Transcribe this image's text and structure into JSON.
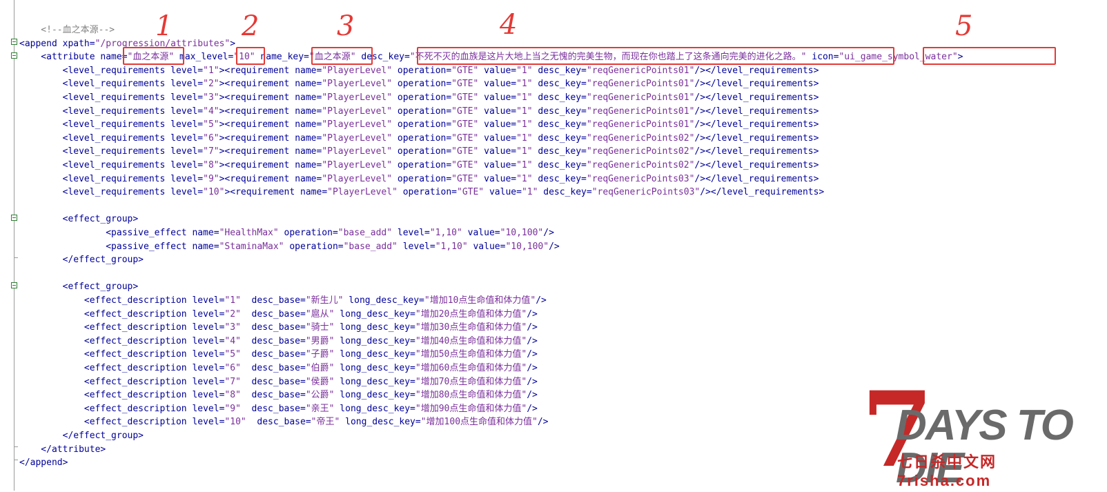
{
  "lines": [
    [
      [
        "c-cm",
        "    <!--血之本源-->"
      ]
    ],
    [
      [
        "c-tg",
        "<append "
      ],
      [
        "c-at",
        "xpath="
      ],
      [
        "c-vl",
        "\"/progression/attributes\""
      ],
      [
        "c-tg",
        ">"
      ]
    ],
    [
      [
        "c-tg",
        "    <attribute "
      ],
      [
        "c-at",
        "name="
      ],
      [
        "c-vl",
        "\"血之本源\""
      ],
      [
        "c-at",
        " max_level="
      ],
      [
        "c-vl",
        "\"10\""
      ],
      [
        "c-at",
        " name_key="
      ],
      [
        "c-vl",
        "\"血之本源\""
      ],
      [
        "c-at",
        " desc_key="
      ],
      [
        "c-vl",
        "\"不死不灭的血族是这片大地上当之无愧的完美生物，而现在你也踏上了这条通向完美的进化之路。\""
      ],
      [
        "c-at",
        " icon="
      ],
      [
        "c-vl",
        "\"ui_game_symbol_water\""
      ],
      [
        "c-tg",
        ">"
      ]
    ],
    [
      [
        "c-tg",
        "        <level_requirements "
      ],
      [
        "c-at",
        "level="
      ],
      [
        "c-vl",
        "\"1\""
      ],
      [
        "c-tg",
        "><requirement "
      ],
      [
        "c-at",
        "name="
      ],
      [
        "c-vl",
        "\"PlayerLevel\""
      ],
      [
        "c-at",
        " operation="
      ],
      [
        "c-vl",
        "\"GTE\""
      ],
      [
        "c-at",
        " value="
      ],
      [
        "c-vl",
        "\"1\""
      ],
      [
        "c-at",
        " desc_key="
      ],
      [
        "c-vl",
        "\"reqGenericPoints01\""
      ],
      [
        "c-tg",
        "/></level_requirements>"
      ]
    ],
    [
      [
        "c-tg",
        "        <level_requirements "
      ],
      [
        "c-at",
        "level="
      ],
      [
        "c-vl",
        "\"2\""
      ],
      [
        "c-tg",
        "><requirement "
      ],
      [
        "c-at",
        "name="
      ],
      [
        "c-vl",
        "\"PlayerLevel\""
      ],
      [
        "c-at",
        " operation="
      ],
      [
        "c-vl",
        "\"GTE\""
      ],
      [
        "c-at",
        " value="
      ],
      [
        "c-vl",
        "\"1\""
      ],
      [
        "c-at",
        " desc_key="
      ],
      [
        "c-vl",
        "\"reqGenericPoints01\""
      ],
      [
        "c-tg",
        "/></level_requirements>"
      ]
    ],
    [
      [
        "c-tg",
        "        <level_requirements "
      ],
      [
        "c-at",
        "level="
      ],
      [
        "c-vl",
        "\"3\""
      ],
      [
        "c-tg",
        "><requirement "
      ],
      [
        "c-at",
        "name="
      ],
      [
        "c-vl",
        "\"PlayerLevel\""
      ],
      [
        "c-at",
        " operation="
      ],
      [
        "c-vl",
        "\"GTE\""
      ],
      [
        "c-at",
        " value="
      ],
      [
        "c-vl",
        "\"1\""
      ],
      [
        "c-at",
        " desc_key="
      ],
      [
        "c-vl",
        "\"reqGenericPoints01\""
      ],
      [
        "c-tg",
        "/></level_requirements>"
      ]
    ],
    [
      [
        "c-tg",
        "        <level_requirements "
      ],
      [
        "c-at",
        "level="
      ],
      [
        "c-vl",
        "\"4\""
      ],
      [
        "c-tg",
        "><requirement "
      ],
      [
        "c-at",
        "name="
      ],
      [
        "c-vl",
        "\"PlayerLevel\""
      ],
      [
        "c-at",
        " operation="
      ],
      [
        "c-vl",
        "\"GTE\""
      ],
      [
        "c-at",
        " value="
      ],
      [
        "c-vl",
        "\"1\""
      ],
      [
        "c-at",
        " desc_key="
      ],
      [
        "c-vl",
        "\"reqGenericPoints01\""
      ],
      [
        "c-tg",
        "/></level_requirements>"
      ]
    ],
    [
      [
        "c-tg",
        "        <level_requirements "
      ],
      [
        "c-at",
        "level="
      ],
      [
        "c-vl",
        "\"5\""
      ],
      [
        "c-tg",
        "><requirement "
      ],
      [
        "c-at",
        "name="
      ],
      [
        "c-vl",
        "\"PlayerLevel\""
      ],
      [
        "c-at",
        " operation="
      ],
      [
        "c-vl",
        "\"GTE\""
      ],
      [
        "c-at",
        " value="
      ],
      [
        "c-vl",
        "\"1\""
      ],
      [
        "c-at",
        " desc_key="
      ],
      [
        "c-vl",
        "\"reqGenericPoints01\""
      ],
      [
        "c-tg",
        "/></level_requirements>"
      ]
    ],
    [
      [
        "c-tg",
        "        <level_requirements "
      ],
      [
        "c-at",
        "level="
      ],
      [
        "c-vl",
        "\"6\""
      ],
      [
        "c-tg",
        "><requirement "
      ],
      [
        "c-at",
        "name="
      ],
      [
        "c-vl",
        "\"PlayerLevel\""
      ],
      [
        "c-at",
        " operation="
      ],
      [
        "c-vl",
        "\"GTE\""
      ],
      [
        "c-at",
        " value="
      ],
      [
        "c-vl",
        "\"1\""
      ],
      [
        "c-at",
        " desc_key="
      ],
      [
        "c-vl",
        "\"reqGenericPoints02\""
      ],
      [
        "c-tg",
        "/></level_requirements>"
      ]
    ],
    [
      [
        "c-tg",
        "        <level_requirements "
      ],
      [
        "c-at",
        "level="
      ],
      [
        "c-vl",
        "\"7\""
      ],
      [
        "c-tg",
        "><requirement "
      ],
      [
        "c-at",
        "name="
      ],
      [
        "c-vl",
        "\"PlayerLevel\""
      ],
      [
        "c-at",
        " operation="
      ],
      [
        "c-vl",
        "\"GTE\""
      ],
      [
        "c-at",
        " value="
      ],
      [
        "c-vl",
        "\"1\""
      ],
      [
        "c-at",
        " desc_key="
      ],
      [
        "c-vl",
        "\"reqGenericPoints02\""
      ],
      [
        "c-tg",
        "/></level_requirements>"
      ]
    ],
    [
      [
        "c-tg",
        "        <level_requirements "
      ],
      [
        "c-at",
        "level="
      ],
      [
        "c-vl",
        "\"8\""
      ],
      [
        "c-tg",
        "><requirement "
      ],
      [
        "c-at",
        "name="
      ],
      [
        "c-vl",
        "\"PlayerLevel\""
      ],
      [
        "c-at",
        " operation="
      ],
      [
        "c-vl",
        "\"GTE\""
      ],
      [
        "c-at",
        " value="
      ],
      [
        "c-vl",
        "\"1\""
      ],
      [
        "c-at",
        " desc_key="
      ],
      [
        "c-vl",
        "\"reqGenericPoints02\""
      ],
      [
        "c-tg",
        "/></level_requirements>"
      ]
    ],
    [
      [
        "c-tg",
        "        <level_requirements "
      ],
      [
        "c-at",
        "level="
      ],
      [
        "c-vl",
        "\"9\""
      ],
      [
        "c-tg",
        "><requirement "
      ],
      [
        "c-at",
        "name="
      ],
      [
        "c-vl",
        "\"PlayerLevel\""
      ],
      [
        "c-at",
        " operation="
      ],
      [
        "c-vl",
        "\"GTE\""
      ],
      [
        "c-at",
        " value="
      ],
      [
        "c-vl",
        "\"1\""
      ],
      [
        "c-at",
        " desc_key="
      ],
      [
        "c-vl",
        "\"reqGenericPoints03\""
      ],
      [
        "c-tg",
        "/></level_requirements>"
      ]
    ],
    [
      [
        "c-tg",
        "        <level_requirements "
      ],
      [
        "c-at",
        "level="
      ],
      [
        "c-vl",
        "\"10\""
      ],
      [
        "c-tg",
        "><requirement "
      ],
      [
        "c-at",
        "name="
      ],
      [
        "c-vl",
        "\"PlayerLevel\""
      ],
      [
        "c-at",
        " operation="
      ],
      [
        "c-vl",
        "\"GTE\""
      ],
      [
        "c-at",
        " value="
      ],
      [
        "c-vl",
        "\"1\""
      ],
      [
        "c-at",
        " desc_key="
      ],
      [
        "c-vl",
        "\"reqGenericPoints03\""
      ],
      [
        "c-tg",
        "/></level_requirements>"
      ]
    ],
    [],
    [
      [
        "c-tg",
        "        <effect_group>"
      ]
    ],
    [
      [
        "c-tg",
        "                <passive_effect "
      ],
      [
        "c-at",
        "name="
      ],
      [
        "c-vl",
        "\"HealthMax\""
      ],
      [
        "c-at",
        " operation="
      ],
      [
        "c-vl",
        "\"base_add\""
      ],
      [
        "c-at",
        " level="
      ],
      [
        "c-vl",
        "\"1,10\""
      ],
      [
        "c-at",
        " value="
      ],
      [
        "c-vl",
        "\"10,100\""
      ],
      [
        "c-tg",
        "/>"
      ]
    ],
    [
      [
        "c-tg",
        "                <passive_effect "
      ],
      [
        "c-at",
        "name="
      ],
      [
        "c-vl",
        "\"StaminaMax\""
      ],
      [
        "c-at",
        " operation="
      ],
      [
        "c-vl",
        "\"base_add\""
      ],
      [
        "c-at",
        " level="
      ],
      [
        "c-vl",
        "\"1,10\""
      ],
      [
        "c-at",
        " value="
      ],
      [
        "c-vl",
        "\"10,100\""
      ],
      [
        "c-tg",
        "/>"
      ]
    ],
    [
      [
        "c-tg",
        "        </effect_group>"
      ]
    ],
    [],
    [
      [
        "c-tg",
        "        <effect_group>"
      ]
    ],
    [
      [
        "c-tg",
        "            <effect_description "
      ],
      [
        "c-at",
        "level="
      ],
      [
        "c-vl",
        "\"1\""
      ],
      [
        "c-at",
        "  desc_base="
      ],
      [
        "c-vl",
        "\"新生儿\""
      ],
      [
        "c-at",
        " long_desc_key="
      ],
      [
        "c-vl",
        "\"增加10点生命值和体力值\""
      ],
      [
        "c-tg",
        "/>"
      ]
    ],
    [
      [
        "c-tg",
        "            <effect_description "
      ],
      [
        "c-at",
        "level="
      ],
      [
        "c-vl",
        "\"2\""
      ],
      [
        "c-at",
        "  desc_base="
      ],
      [
        "c-vl",
        "\"扈从\""
      ],
      [
        "c-at",
        " long_desc_key="
      ],
      [
        "c-vl",
        "\"增加20点生命值和体力值\""
      ],
      [
        "c-tg",
        "/>"
      ]
    ],
    [
      [
        "c-tg",
        "            <effect_description "
      ],
      [
        "c-at",
        "level="
      ],
      [
        "c-vl",
        "\"3\""
      ],
      [
        "c-at",
        "  desc_base="
      ],
      [
        "c-vl",
        "\"骑士\""
      ],
      [
        "c-at",
        " long_desc_key="
      ],
      [
        "c-vl",
        "\"增加30点生命值和体力值\""
      ],
      [
        "c-tg",
        "/>"
      ]
    ],
    [
      [
        "c-tg",
        "            <effect_description "
      ],
      [
        "c-at",
        "level="
      ],
      [
        "c-vl",
        "\"4\""
      ],
      [
        "c-at",
        "  desc_base="
      ],
      [
        "c-vl",
        "\"男爵\""
      ],
      [
        "c-at",
        " long_desc_key="
      ],
      [
        "c-vl",
        "\"增加40点生命值和体力值\""
      ],
      [
        "c-tg",
        "/>"
      ]
    ],
    [
      [
        "c-tg",
        "            <effect_description "
      ],
      [
        "c-at",
        "level="
      ],
      [
        "c-vl",
        "\"5\""
      ],
      [
        "c-at",
        "  desc_base="
      ],
      [
        "c-vl",
        "\"子爵\""
      ],
      [
        "c-at",
        " long_desc_key="
      ],
      [
        "c-vl",
        "\"增加50点生命值和体力值\""
      ],
      [
        "c-tg",
        "/>"
      ]
    ],
    [
      [
        "c-tg",
        "            <effect_description "
      ],
      [
        "c-at",
        "level="
      ],
      [
        "c-vl",
        "\"6\""
      ],
      [
        "c-at",
        "  desc_base="
      ],
      [
        "c-vl",
        "\"伯爵\""
      ],
      [
        "c-at",
        " long_desc_key="
      ],
      [
        "c-vl",
        "\"增加60点生命值和体力值\""
      ],
      [
        "c-tg",
        "/>"
      ]
    ],
    [
      [
        "c-tg",
        "            <effect_description "
      ],
      [
        "c-at",
        "level="
      ],
      [
        "c-vl",
        "\"7\""
      ],
      [
        "c-at",
        "  desc_base="
      ],
      [
        "c-vl",
        "\"侯爵\""
      ],
      [
        "c-at",
        " long_desc_key="
      ],
      [
        "c-vl",
        "\"增加70点生命值和体力值\""
      ],
      [
        "c-tg",
        "/>"
      ]
    ],
    [
      [
        "c-tg",
        "            <effect_description "
      ],
      [
        "c-at",
        "level="
      ],
      [
        "c-vl",
        "\"8\""
      ],
      [
        "c-at",
        "  desc_base="
      ],
      [
        "c-vl",
        "\"公爵\""
      ],
      [
        "c-at",
        " long_desc_key="
      ],
      [
        "c-vl",
        "\"增加80点生命值和体力值\""
      ],
      [
        "c-tg",
        "/>"
      ]
    ],
    [
      [
        "c-tg",
        "            <effect_description "
      ],
      [
        "c-at",
        "level="
      ],
      [
        "c-vl",
        "\"9\""
      ],
      [
        "c-at",
        "  desc_base="
      ],
      [
        "c-vl",
        "\"亲王\""
      ],
      [
        "c-at",
        " long_desc_key="
      ],
      [
        "c-vl",
        "\"增加90点生命值和体力值\""
      ],
      [
        "c-tg",
        "/>"
      ]
    ],
    [
      [
        "c-tg",
        "            <effect_description "
      ],
      [
        "c-at",
        "level="
      ],
      [
        "c-vl",
        "\"10\""
      ],
      [
        "c-at",
        "  desc_base="
      ],
      [
        "c-vl",
        "\"帝王\""
      ],
      [
        "c-at",
        " long_desc_key="
      ],
      [
        "c-vl",
        "\"增加100点生命值和体力值\""
      ],
      [
        "c-tg",
        "/>"
      ]
    ],
    [
      [
        "c-tg",
        "        </effect_group>"
      ]
    ],
    [
      [
        "c-tg",
        "    </attribute>"
      ]
    ],
    [
      [
        "c-tg",
        "</append>"
      ]
    ]
  ],
  "annotations": {
    "numbers": [
      "1",
      "2",
      "3",
      "4",
      "5"
    ]
  },
  "logo": {
    "seven": "7",
    "title": "DAYS TO DIE",
    "subtitle": "七日杀中文网7risha.com"
  },
  "colors": {
    "tag": "#000099",
    "value": "#7a2f9b",
    "comment": "#808080",
    "annotation": "#e53935",
    "logo_red": "#c62828"
  }
}
